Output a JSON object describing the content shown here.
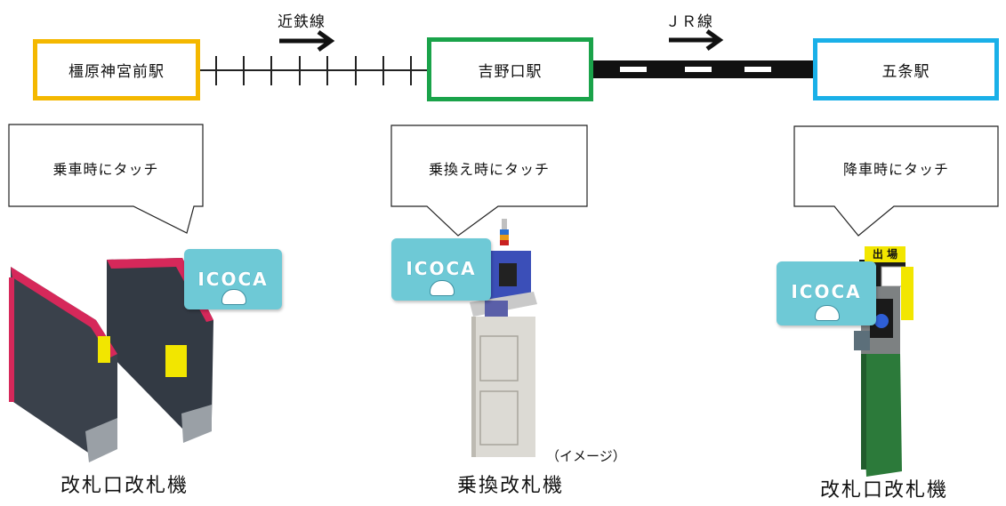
{
  "stations": {
    "kashihara": "橿原神宮前駅",
    "yoshinoguchi": "吉野口駅",
    "gojo": "五条駅"
  },
  "lines": {
    "kintetsu": "近鉄線",
    "jr": "ＪＲ線"
  },
  "balloons": {
    "boarding": "乗車時にタッチ",
    "transfer": "乗換え時にタッチ",
    "alighting": "降車時にタッチ"
  },
  "cards": {
    "label": "ICOCA"
  },
  "machines": {
    "left_caption": "改札口改札機",
    "middle_caption": "乗換改札機",
    "right_caption": "改札口改札機",
    "middle_note": "（イメージ）",
    "exit_sign": "出 場"
  },
  "colors": {
    "kashihara_border": "#f4b800",
    "yoshinoguchi_border": "#1aa34a",
    "gojo_border": "#1ab0e8",
    "card": "#6ec9d6",
    "gate_red": "#d6285a",
    "gate_yellow": "#f2e600"
  }
}
